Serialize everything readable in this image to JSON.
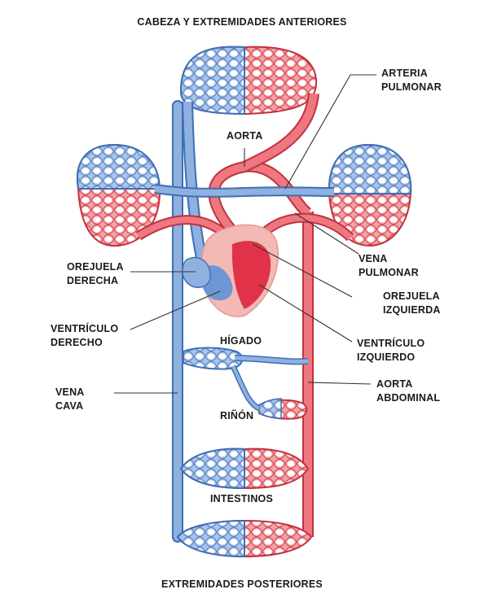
{
  "diagram": {
    "top_title": "CABEZA Y EXTREMIDADES ANTERIORES",
    "bottom_title": "EXTREMIDADES POSTERIORES",
    "labels": {
      "arteria_pulmonar": [
        "ARTERIA",
        "PULMONAR"
      ],
      "aorta": "AORTA",
      "orejuela_derecha": [
        "OREJUELA",
        "DERECHA"
      ],
      "vena_pulmonar": [
        "VENA",
        "PULMONAR"
      ],
      "orejuela_izquierda": [
        "OREJUELA",
        "IZQUIERDA"
      ],
      "ventriculo_derecho": [
        "VENTRÍCULO",
        "DERECHO"
      ],
      "higado": "HÍGADO",
      "ventriculo_izquierdo": [
        "VENTRÍCULO",
        "IZQUIERDO"
      ],
      "vena_cava": [
        "VENA",
        "CAVA"
      ],
      "aorta_abdominal": [
        "AORTA",
        "ABDOMINAL"
      ],
      "rinon": "RIÑÓN",
      "intestinos": "INTESTINOS"
    },
    "colors": {
      "venous_blue": "#7fa6d6",
      "venous_outline": "#3d6fb5",
      "arterial_red": "#e96872",
      "arterial_outline": "#c0323f",
      "heart_pink": "#f3b9b5",
      "leader_line": "#333333"
    }
  }
}
